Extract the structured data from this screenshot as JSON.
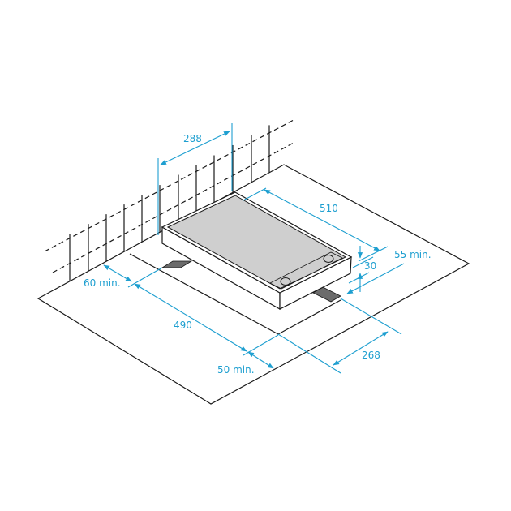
{
  "colors": {
    "dimension": "#1e9fd0",
    "outline": "#1a1a1a",
    "hob_surface": "#cfcfcf",
    "feet": "#6b6b6b"
  },
  "dimensions": {
    "wall_offset": "288",
    "hob_length": "510",
    "rear_clearance": "55 min.",
    "hob_height": "30",
    "left_clearance": "60 min.",
    "cutout_length": "490",
    "cutout_width": "268",
    "front_clearance": "50 min."
  }
}
